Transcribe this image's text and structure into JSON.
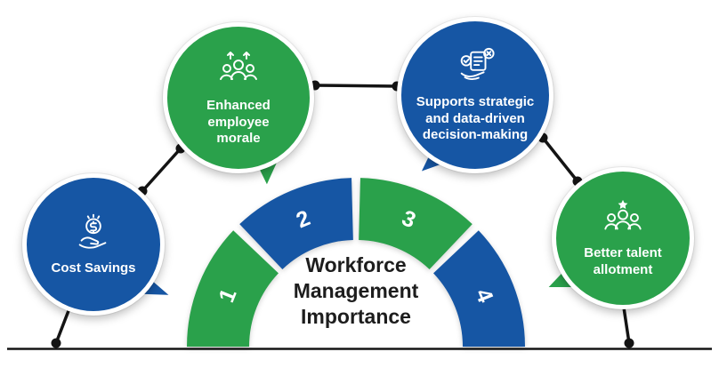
{
  "title": {
    "lines": [
      "Workforce",
      "Management",
      "Importance"
    ]
  },
  "bubbles": [
    {
      "label": "Cost Savings",
      "color": "#1656a4",
      "icon": "money-hand-icon"
    },
    {
      "label": "Enhanced employee morale",
      "color": "#2aa14b",
      "icon": "people-growth-icon"
    },
    {
      "label": "Supports strategic and data-driven decision-making",
      "color": "#1656a4",
      "icon": "checklist-hand-icon"
    },
    {
      "label": "Better talent allotment",
      "color": "#2aa14b",
      "icon": "talent-star-icon"
    }
  ],
  "arc_segments": [
    {
      "number": "1",
      "color": "#2aa14b"
    },
    {
      "number": "2",
      "color": "#1656a4"
    },
    {
      "number": "3",
      "color": "#2aa14b"
    },
    {
      "number": "4",
      "color": "#1656a4"
    }
  ],
  "colors": {
    "green": "#2aa14b",
    "blue": "#1656a4",
    "connector": "#141414",
    "title_text": "#1d1d1d",
    "bubble_text": "#ffffff",
    "background": "#ffffff"
  }
}
